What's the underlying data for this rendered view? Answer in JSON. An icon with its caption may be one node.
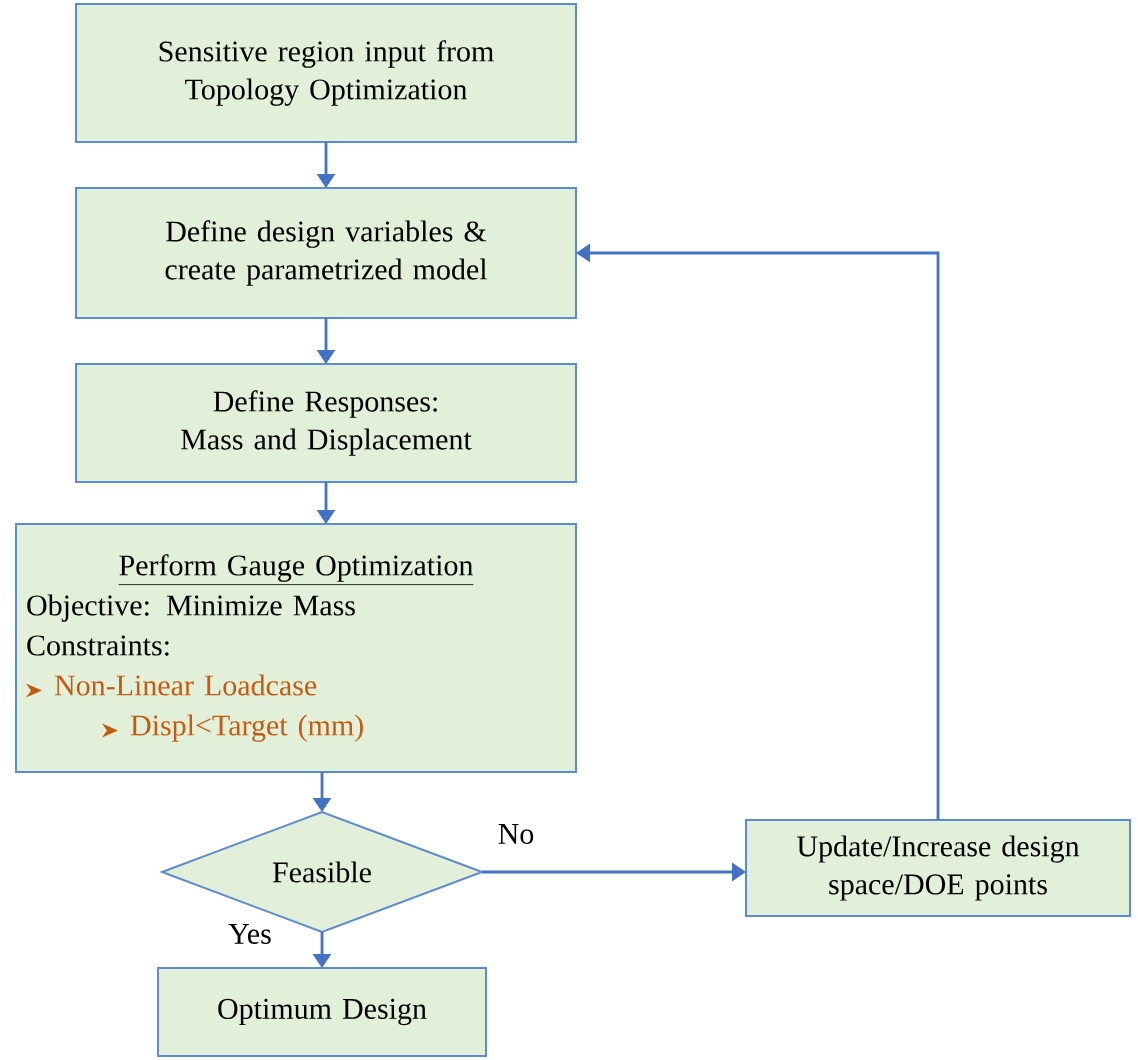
{
  "diagram": {
    "nodes": [
      {
        "text": [
          "Sensitive region input from Topology Optimization"
        ]
      },
      {
        "text": [
          "Define design variables & create parametrized model"
        ]
      },
      {
        "text": [
          "Define Responses: Mass and Displacement"
        ]
      },
      {
        "text": [
          "Perform Gauge Optimization",
          "Objective: Minimize Mass",
          "Constraints:",
          "Non-Linear Loadcase",
          "Displ<Target (mm)"
        ]
      },
      {
        "text": [
          "Feasible"
        ]
      },
      {
        "text": [
          "Optimum Design"
        ]
      },
      {
        "text": [
          "Update/Increase design space/DOE points"
        ]
      }
    ],
    "edges": [
      {
        "from": 0,
        "to": 1,
        "arrow": "to"
      },
      {
        "from": 1,
        "to": 2,
        "arrow": "to"
      },
      {
        "from": 2,
        "to": 3,
        "arrow": "to"
      },
      {
        "from": 3,
        "to": 4,
        "arrow": "to"
      },
      {
        "from": 4,
        "to": 6,
        "arrow": "to",
        "label": "No"
      },
      {
        "from": 4,
        "to": 5,
        "arrow": "to",
        "label": "Yes"
      },
      {
        "from": 6,
        "to": 1,
        "arrow": "to"
      }
    ]
  }
}
